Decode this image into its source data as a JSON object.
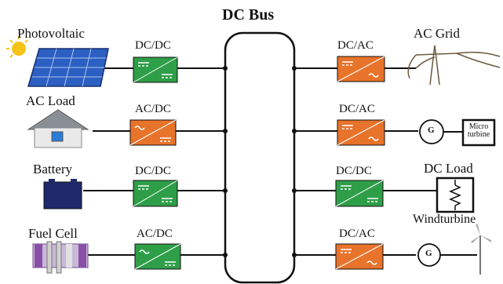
{
  "title": "DC Bus",
  "left_sources": [
    {
      "label": "Photovoltaic",
      "icon": "solar-panel-icon"
    },
    {
      "label": "AC Load",
      "icon": "house-icon"
    },
    {
      "label": "Battery",
      "icon": "battery-icon"
    },
    {
      "label": "Fuel Cell",
      "icon": "fuel-cell-icon"
    }
  ],
  "left_converters": [
    "DC/DC",
    "AC/DC",
    "DC/DC",
    "AC/DC"
  ],
  "right_converters": [
    "DC/AC",
    "DC/AC",
    "DC/DC",
    "DC/AC"
  ],
  "right_sources": [
    {
      "label": "AC Grid",
      "icon": "power-tower-icon"
    },
    {
      "label": "Micro turbine",
      "icon": "generator-icon",
      "gen": "G",
      "box": [
        "Micro",
        "turbine"
      ]
    },
    {
      "label": "DC Load",
      "icon": "resistor-icon"
    },
    {
      "label": "Windturbine",
      "icon": "wind-turbine-icon",
      "gen": "G"
    }
  ],
  "colors": {
    "dcdc": "#2e9e48",
    "acdc": "#e8732a",
    "line": "#111111"
  }
}
